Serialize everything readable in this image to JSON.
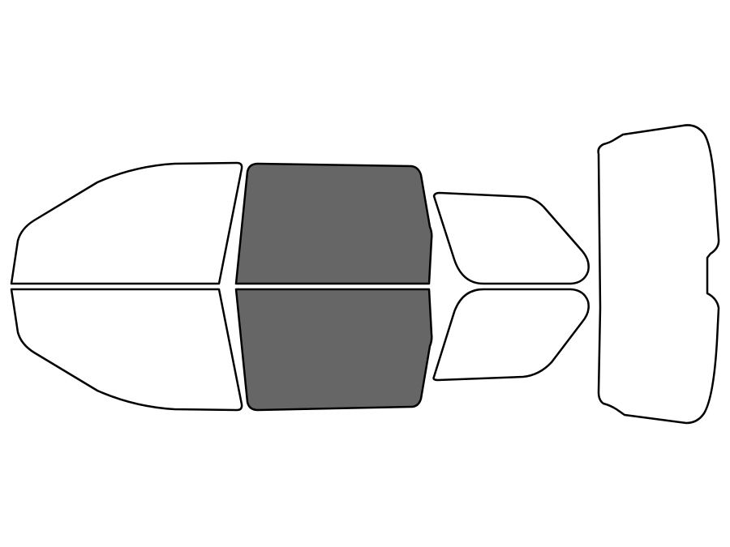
{
  "colors": {
    "outline": "#000000",
    "unselected_fill": "#ffffff",
    "selected_fill": "#666666",
    "background": "#ffffff"
  },
  "windows": [
    {
      "id": "front-windshield-upper",
      "selected": false
    },
    {
      "id": "front-windshield-lower",
      "selected": false
    },
    {
      "id": "front-door-window-upper",
      "selected": true
    },
    {
      "id": "front-door-window-lower",
      "selected": true
    },
    {
      "id": "rear-door-window-upper",
      "selected": false
    },
    {
      "id": "rear-door-window-lower",
      "selected": false
    },
    {
      "id": "rear-window",
      "selected": false
    }
  ]
}
